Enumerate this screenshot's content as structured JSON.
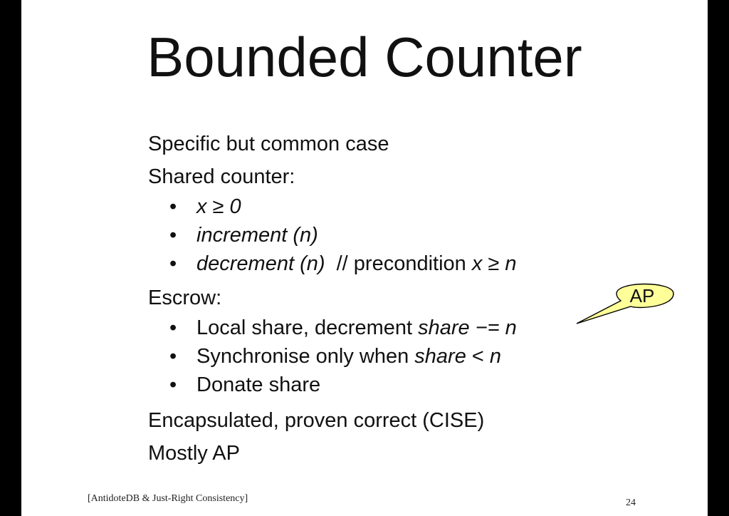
{
  "title": "Bounded Counter",
  "lines": {
    "l1": "Specific but common case",
    "l2": "Shared counter:",
    "b1": "x ≥ 0",
    "b2": "increment (n)",
    "b3_italic": "decrement (n)",
    "b3_rest": "  // precondition ",
    "b3_tail": "x ≥ n",
    "l3": "Escrow:",
    "b4_a": "Local share, decrement ",
    "b4_b": "share −= n",
    "b5_a": "Synchronise only when ",
    "b5_b": "share",
    "b5_c": " < ",
    "b5_d": "n",
    "b6": "Donate share",
    "l4": "Encapsulated, proven correct (CISE)",
    "l5": "Mostly AP"
  },
  "callout": {
    "label": "AP",
    "fill": "#ffff99"
  },
  "bullet_char": "•",
  "footer": "[AntidoteDB & Just-Right Consistency]",
  "page_number": "24"
}
